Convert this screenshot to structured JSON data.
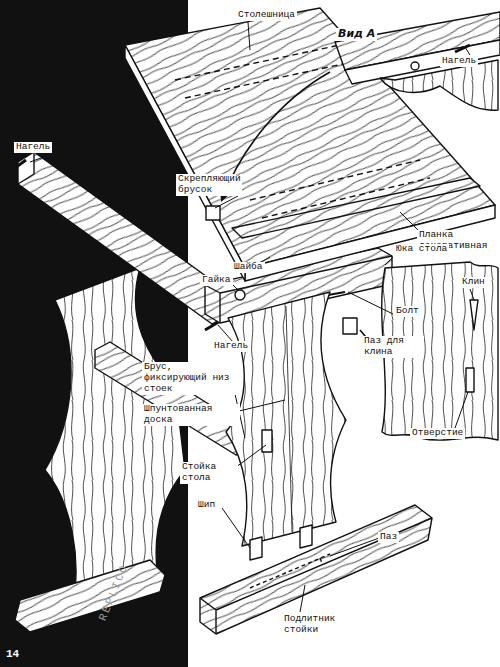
{
  "diagram": {
    "labels": [
      "Столешница",
      "Вид А",
      "Нагель",
      "Нагель",
      "Скрепляющий брусок",
      "Планка декоративная",
      "Шайба",
      "Юка стола",
      "Гайка",
      "Болт",
      "Паз для клина",
      "Клин",
      "Нагель",
      "Брус, фиксирующий низ стоек",
      "Шпунтованная доска",
      "Отверстие",
      "Стойка стола",
      "Шип",
      "Паз",
      "Подлитник стойки",
      "REPLICO",
      "14"
    ]
  }
}
